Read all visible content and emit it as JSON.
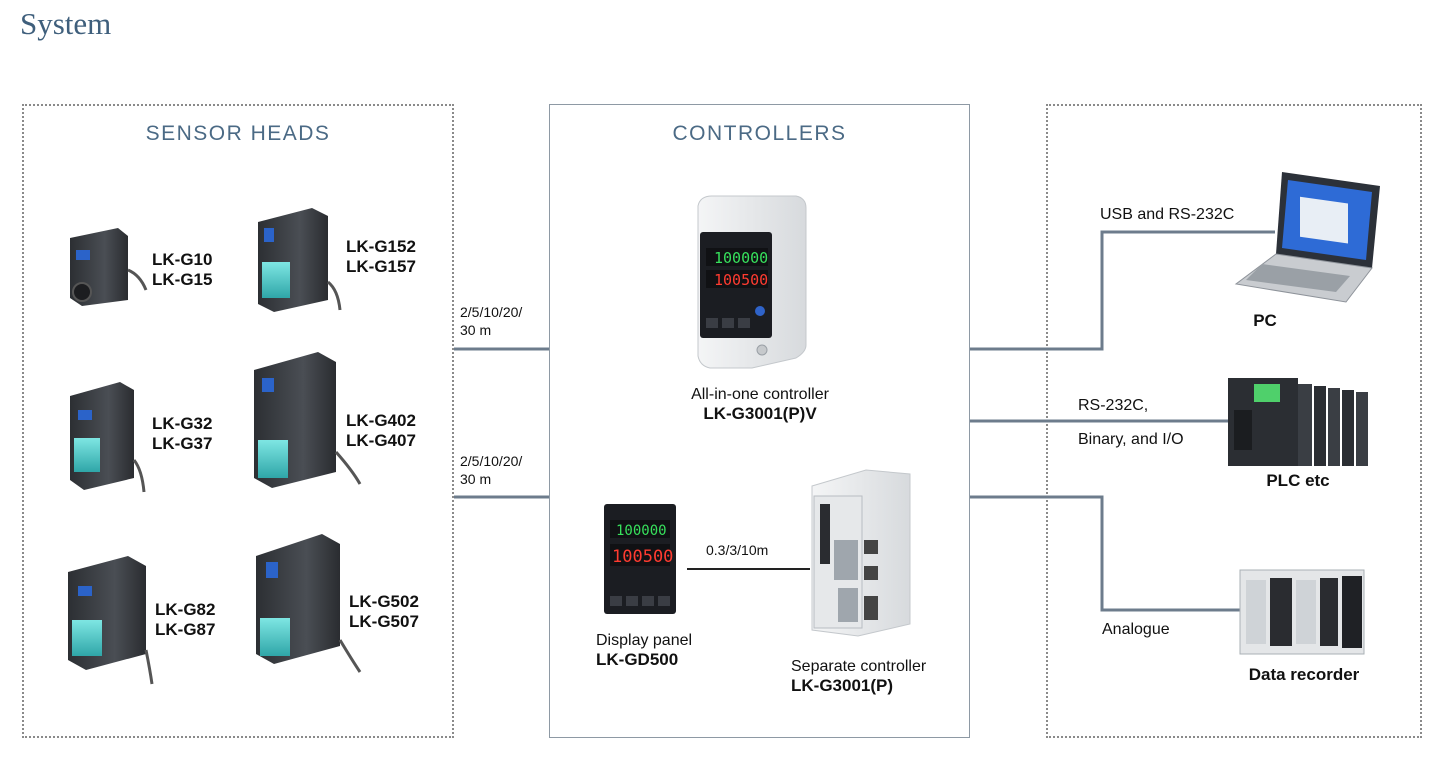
{
  "title": "System",
  "sections": {
    "sensor_heads": "SENSOR HEADS",
    "controllers": "CONTROLLERS"
  },
  "sensors": [
    {
      "line1": "LK-G10",
      "line2": "LK-G15"
    },
    {
      "line1": "LK-G152",
      "line2": "LK-G157"
    },
    {
      "line1": "LK-G32",
      "line2": "LK-G37"
    },
    {
      "line1": "LK-G402",
      "line2": "LK-G407"
    },
    {
      "line1": "LK-G82",
      "line2": "LK-G87"
    },
    {
      "line1": "LK-G502",
      "line2": "LK-G507"
    }
  ],
  "cables": {
    "upper": {
      "line1": "2/5/10/20/",
      "line2": "30 m"
    },
    "lower": {
      "line1": "2/5/10/20/",
      "line2": "30 m"
    },
    "panel": "0.3/3/10m"
  },
  "controllers": {
    "all_in_one": {
      "desc": "All-in-one controller",
      "model": "LK-G3001(P)V",
      "display_top": "100000",
      "display_bottom": "100500"
    },
    "display_panel": {
      "desc": "Display panel",
      "model": "LK-GD500",
      "display_top": "100000",
      "display_bottom": "100500"
    },
    "separate": {
      "desc": "Separate controller",
      "model": "LK-G3001(P)"
    }
  },
  "outputs": {
    "pc": {
      "connection": "USB and RS-232C",
      "name": "PC"
    },
    "plc": {
      "connection_line1": "RS-232C,",
      "connection_line2": "Binary, and I/O",
      "name": "PLC etc"
    },
    "recorder": {
      "connection": "Analogue",
      "name": "Data recorder"
    }
  },
  "colors": {
    "title": "#3f5f7c",
    "section_title": "#4b6a85",
    "connector": "#6d7c8c"
  }
}
